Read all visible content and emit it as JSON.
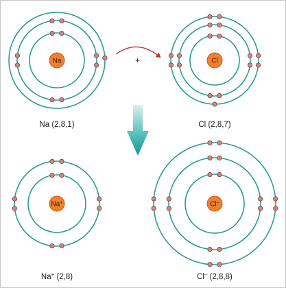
{
  "colors": {
    "shell": "#2a9d8f",
    "nucleus": "#f07f2e",
    "electron": "#c98a86",
    "transfer_arrow": "#c0303a",
    "reaction_arrow": "#21a39a"
  },
  "plus_sign": "+",
  "atoms": [
    {
      "id": "na-atom",
      "nucleus_label": "Na",
      "caption": "Na (2,8,1)",
      "shells": [
        2,
        8,
        1
      ]
    },
    {
      "id": "cl-atom",
      "nucleus_label": "Cl",
      "caption": "Cl (2,8,7)",
      "shells": [
        2,
        8,
        7
      ]
    },
    {
      "id": "na-ion",
      "nucleus_label": "Na",
      "nucleus_charge": "+",
      "caption_base": "Na",
      "caption_charge": "+",
      "caption_rest": " (2,8)",
      "shells": [
        2,
        8
      ]
    },
    {
      "id": "cl-ion",
      "nucleus_label": "Cl",
      "nucleus_charge": "–",
      "caption_base": "Cl",
      "caption_charge": "–",
      "caption_rest": " (2,8,8)",
      "shells": [
        2,
        8,
        8
      ]
    }
  ]
}
